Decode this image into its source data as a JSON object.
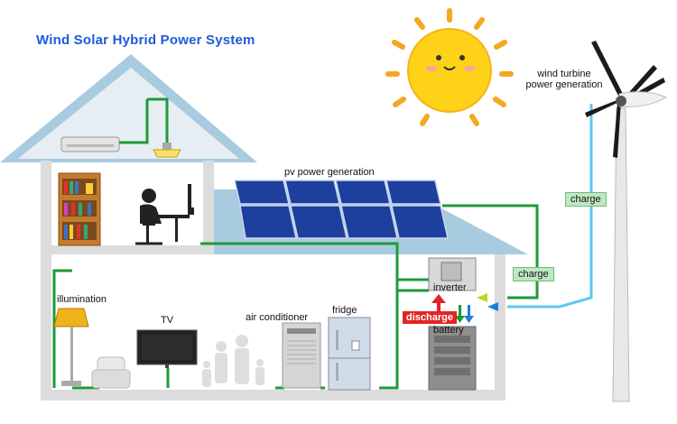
{
  "title": "Wind Solar Hybrid Power System",
  "labels": {
    "wind_turbine": "wind turbine\npower generation",
    "pv": "pv power generation",
    "charge_wind": "charge",
    "charge_pv": "charge",
    "inverter": "inverter",
    "discharge": "discharge",
    "battery": "battery",
    "illumination": "illumination",
    "tv": "TV",
    "air_conditioner": "air conditioner",
    "fridge": "fridge"
  },
  "colors": {
    "title": "#1d5bd8",
    "wire": "#1e9a3a",
    "wind_wire": "#5ec8f0",
    "roof": "#9cc6de",
    "house_wall": "#e6e6e6",
    "panel": "#1d3f9e",
    "discharge": "#e32424",
    "sun": "#ffd21a"
  }
}
